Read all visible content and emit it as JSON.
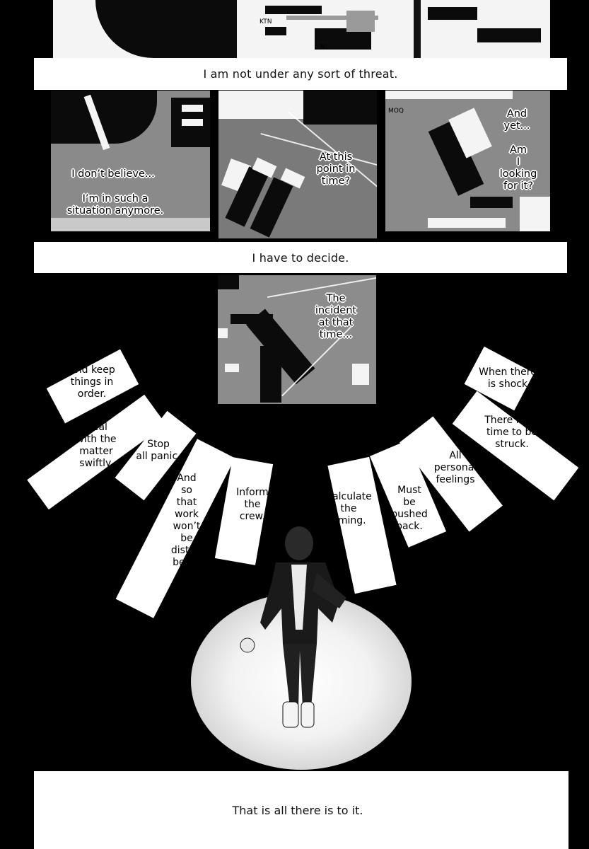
{
  "captions": {
    "top": "I am not under any sort of threat.",
    "middle": "I have to decide.",
    "bottom": "That is all there is to it."
  },
  "panel_labels": {
    "ktn": "KTN",
    "nl": "NL",
    "moq": "MOQ"
  },
  "speech": {
    "dont_believe": "I don’t believe...",
    "situation": "I’m in such a\nsituation anymore.",
    "point_in_time": "At this\npoint in\ntime?",
    "and_yet": "And\nyet...",
    "am_i_looking": "Am\nI\nlooking\nfor it?",
    "incident": "The\nincident\nat that\ntime..."
  },
  "strips": {
    "keep_order": "And keep\nthings in\norder.",
    "deal_swiftly": "Deal\nwith the\nmatter\nswiftly.",
    "stop_panic": "Stop\nall panic.",
    "work_undisturbed": "And\nso\nthat\nwork\nwon’t\nbe\ndistur-\nbed...",
    "inform_crew": "Inform\nthe\ncrew.",
    "calculate_timing": "Calculate\nthe\ntiming.",
    "pushed_back": "Must\nbe\npushed\nback.",
    "personal_feelings": "All\npersonal\nfeelings",
    "no_time": "There is no\ntime to be\nstruck.",
    "when_shock": "When there\nis shock"
  }
}
